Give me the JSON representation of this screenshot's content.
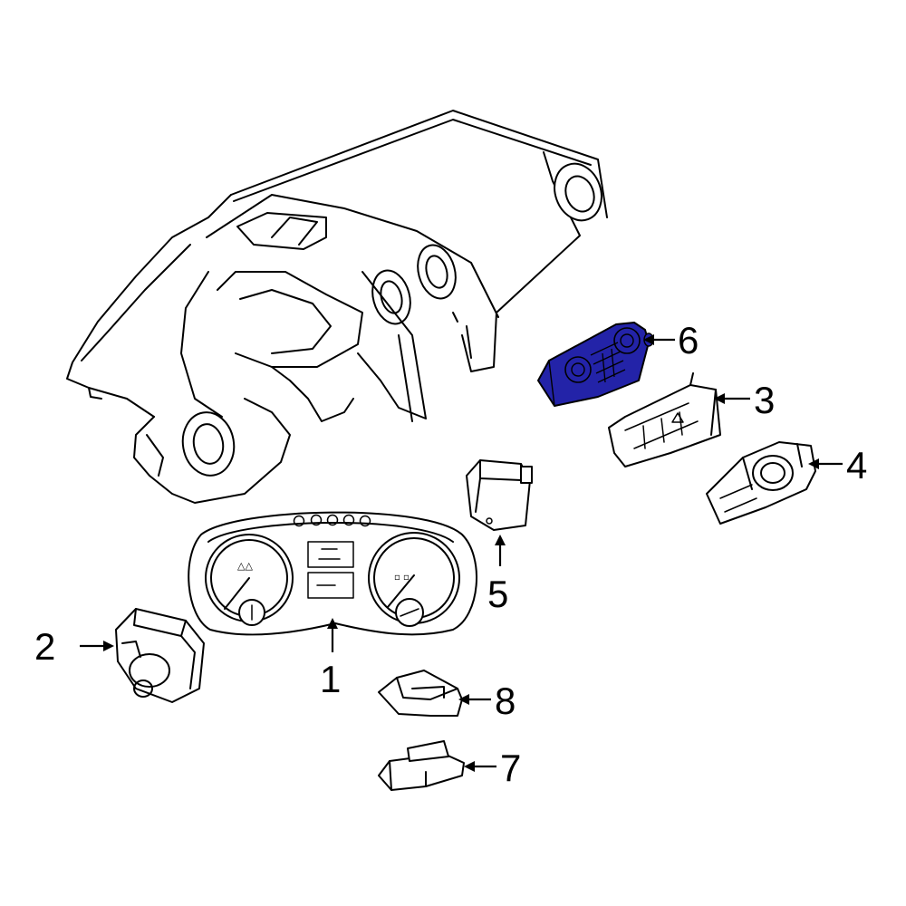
{
  "callouts": {
    "c1": "1",
    "c2": "2",
    "c3": "3",
    "c4": "4",
    "c5": "5",
    "c6": "6",
    "c7": "7",
    "c8": "8"
  },
  "highlight_color": "#2323a8",
  "highlighted_part": "6"
}
